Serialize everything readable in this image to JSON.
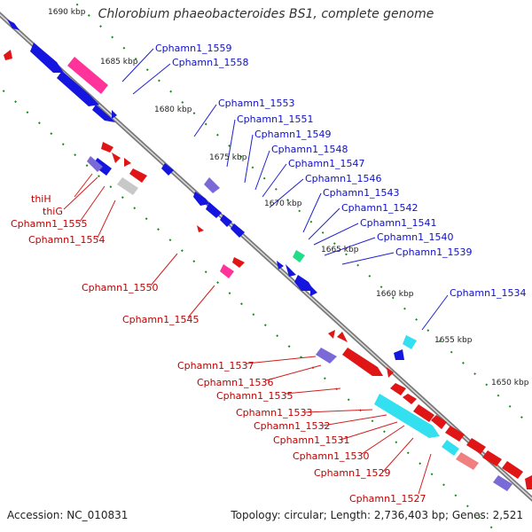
{
  "title": "Chlorobium phaeobacteroides BS1, complete genome",
  "footer": {
    "accession": "Accession: NC_010831",
    "summary": "Topology: circular; Length: 2,736,403 bp; Genes: 2,521"
  },
  "scale_labels": [
    "1690 kbp",
    "1685 kbp",
    "1680 kbp",
    "1675 kbp",
    "1670 kbp",
    "1665 kbp",
    "1660 kbp",
    "1655 kbp",
    "1650 kbp"
  ],
  "forward_labels": [
    "Cphamn1_1559",
    "Cphamn1_1558",
    "Cphamn1_1553",
    "Cphamn1_1551",
    "Cphamn1_1549",
    "Cphamn1_1548",
    "Cphamn1_1547",
    "Cphamn1_1546",
    "Cphamn1_1543",
    "Cphamn1_1542",
    "Cphamn1_1541",
    "Cphamn1_1540",
    "Cphamn1_1539",
    "Cphamn1_1534"
  ],
  "reverse_labels": [
    "thiH",
    "thiG",
    "Cphamn1_1555",
    "Cphamn1_1554",
    "Cphamn1_1550",
    "Cphamn1_1545",
    "Cphamn1_1537",
    "Cphamn1_1536",
    "Cphamn1_1535",
    "Cphamn1_1533",
    "Cphamn1_1532",
    "Cphamn1_1531",
    "Cphamn1_1530",
    "Cphamn1_1529",
    "Cphamn1_1527"
  ],
  "colors": {
    "forward_gene": "#1515e0",
    "reverse_gene": "#e01515",
    "backbone": "#808080",
    "forward_label": "#1010c8",
    "reverse_label": "#c00000",
    "tick": "#1a8a1a",
    "highlight_magenta": "#ff3399",
    "highlight_cyan": "#33e0f0",
    "highlight_green": "#22dd88",
    "highlight_purple": "#7a6ad8",
    "highlight_grey": "#c8c8c8",
    "highlight_pink": "#f08080"
  }
}
